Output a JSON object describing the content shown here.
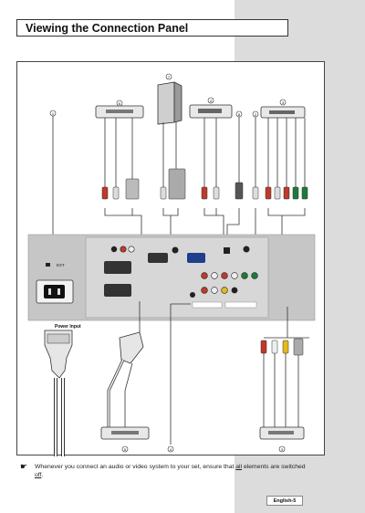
{
  "page": {
    "title": "Viewing the Connection Panel",
    "footer": "English-5"
  },
  "diagram": {
    "callouts": [
      "1",
      "2",
      "3",
      "4",
      "5",
      "6",
      "7",
      "8"
    ],
    "power_input_label": "Power Input",
    "ext_label": "EXT"
  },
  "note": {
    "icon": "pointing-hand-icon",
    "text_before": "Whenever you connect an audio or video system to your set, ensure that ",
    "all": "all",
    "text_middle": " elements are switched ",
    "off": "off",
    "text_after": "."
  }
}
